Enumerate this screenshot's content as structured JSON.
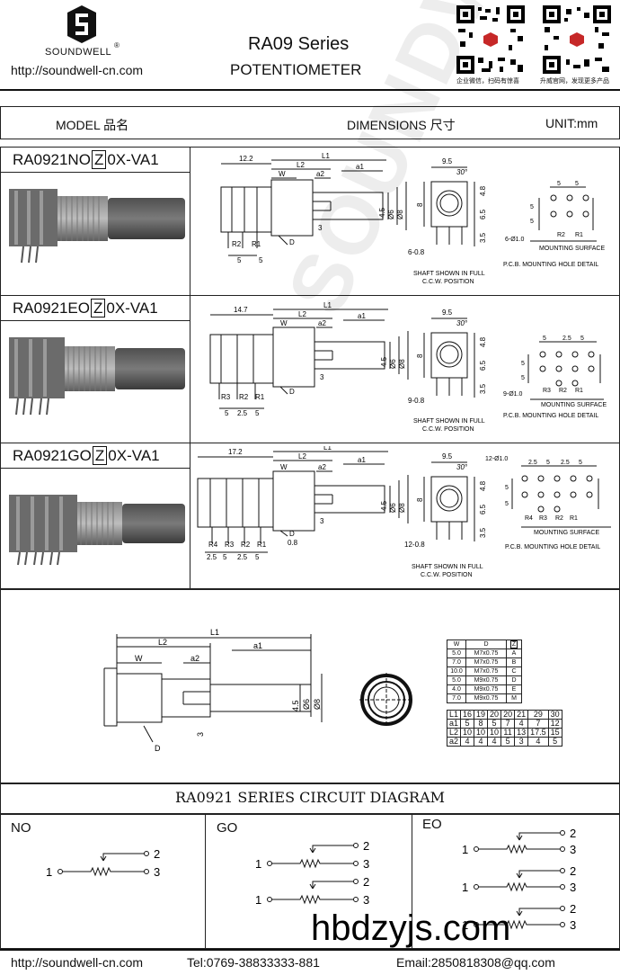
{
  "header": {
    "brand": "SOUNDWELL",
    "registered": "®",
    "url": "http://soundwell-cn.com",
    "series": "RA09 Series",
    "product": "POTENTIOMETER",
    "qr1_caption": "企业微信，扫码有惊喜",
    "qr2_caption": "升威官网，发现更多产品"
  },
  "table_header": {
    "model": "MODEL 品名",
    "dimensions": "DIMENSIONS 尺寸",
    "unit": "UNIT:mm"
  },
  "models": [
    {
      "name_prefix": "RA0921NO",
      "boxed": "Z",
      "name_suffix": "0X-VA1",
      "dims": {
        "overall": "12.2",
        "l1": "L1",
        "l2": "L2",
        "w": "W",
        "a2": "a2",
        "a1": "a1",
        "d": "D",
        "three": "3",
        "pitch_a": "5",
        "pitch_b": "5",
        "phi": [
          "4.5",
          "Ø6",
          "Ø8"
        ],
        "pins": [
          "R2",
          "R1"
        ],
        "front_w": "9.5",
        "angle": "30°",
        "h1": "4.8",
        "h2": "6.5",
        "h3": "3.5",
        "eight": "8",
        "pin_note": "6-0.8",
        "shaft_note1": "SHAFT SHOWN IN FULL",
        "shaft_note2": "C.C.W. POSITION",
        "pcb_top": [
          "5",
          "5"
        ],
        "pcb_side": [
          "5",
          "5"
        ],
        "hole": "6-Ø1.0",
        "pcb_pins": [
          "R2",
          "R1"
        ],
        "mount": "MOUNTING SURFACE",
        "pcb_detail": "P.C.B. MOUNTING HOLE DETAIL"
      }
    },
    {
      "name_prefix": "RA0921EO",
      "boxed": "Z",
      "name_suffix": "0X-VA1",
      "dims": {
        "overall": "14.7",
        "l1": "L1",
        "l2": "L2",
        "w": "W",
        "a2": "a2",
        "a1": "a1",
        "d": "D",
        "three": "3",
        "pitch": [
          "5",
          "2.5",
          "5"
        ],
        "phi": [
          "4.5",
          "Ø6",
          "Ø8"
        ],
        "pins": [
          "R3",
          "R2",
          "R1"
        ],
        "front_w": "9.5",
        "angle": "30°",
        "h1": "4.8",
        "h2": "6.5",
        "h3": "3.5",
        "eight": "8",
        "pin_note": "9-0.8",
        "shaft_note1": "SHAFT SHOWN IN FULL",
        "shaft_note2": "C.C.W. POSITION",
        "pcb_top": [
          "5",
          "2.5",
          "5"
        ],
        "pcb_side": [
          "5",
          "5"
        ],
        "hole": "9-Ø1.0",
        "pcb_pins": [
          "R3",
          "R2",
          "R1"
        ],
        "mount": "MOUNTING SURFACE",
        "pcb_detail": "P.C.B. MOUNTING HOLE DETAIL"
      }
    },
    {
      "name_prefix": "RA0921GO",
      "boxed": "Z",
      "name_suffix": "0X-VA1",
      "dims": {
        "overall": "17.2",
        "l1": "L1",
        "l2": "L2",
        "w": "W",
        "a2": "a2",
        "a1": "a1",
        "d": "D",
        "three": "3",
        "pitch": [
          "2.5",
          "5",
          "2.5",
          "5"
        ],
        "offset": "0.8",
        "phi": [
          "4.5",
          "Ø6",
          "Ø8"
        ],
        "pins": [
          "R4",
          "R3",
          "R2",
          "R1"
        ],
        "front_w": "9.5",
        "angle": "30°",
        "h1": "4.8",
        "h2": "6.5",
        "h3": "3.5",
        "eight": "8",
        "pin_note": "12-0.8",
        "shaft_note1": "SHAFT SHOWN IN FULL",
        "shaft_note2": "C.C.W. POSITION",
        "pcb_top": [
          "2.5",
          "5",
          "2.5",
          "5"
        ],
        "pcb_side": [
          "5",
          "5"
        ],
        "hole": "12-Ø1.0",
        "pcb_pins": [
          "R4",
          "R3",
          "R2",
          "R1"
        ],
        "mount": "MOUNTING SURFACE",
        "pcb_detail": "P.C.B. MOUNTING HOLE DETAIL"
      }
    }
  ],
  "shaft": {
    "l1": "L1",
    "l2": "L2",
    "w": "W",
    "a2": "a2",
    "a1": "a1",
    "d": "D",
    "three": "3",
    "phi": [
      "4.5",
      "Ø6",
      "Ø8"
    ]
  },
  "thread_table": {
    "headers": [
      "W",
      "D",
      "Z"
    ],
    "rows": [
      [
        "5.0",
        "M7x0.75",
        "A"
      ],
      [
        "7.0",
        "M7x0.75",
        "B"
      ],
      [
        "10.0",
        "M7x0.75",
        "C"
      ],
      [
        "5.0",
        "M9x0.75",
        "D"
      ],
      [
        "4.0",
        "M9x0.75",
        "E"
      ],
      [
        "7.0",
        "M9x0.75",
        "M"
      ]
    ]
  },
  "length_table": {
    "rows": [
      [
        "L1",
        "16",
        "19",
        "20",
        "20",
        "21",
        "29",
        "30"
      ],
      [
        "a1",
        "5",
        "8",
        "5",
        "7",
        "4",
        "7",
        "12"
      ],
      [
        "L2",
        "10",
        "10",
        "10",
        "11",
        "13",
        "17.5",
        "15"
      ],
      [
        "a2",
        "4",
        "4",
        "4",
        "5",
        "3",
        "4",
        "5"
      ]
    ]
  },
  "circuit": {
    "title": "RA0921 SERIES CIRCUIT DIAGRAM",
    "no": {
      "label": "NO",
      "p1": "1",
      "p2": "2",
      "p3": "3"
    },
    "go": {
      "label": "GO",
      "p1": "1",
      "p2": "2",
      "p3": "3"
    },
    "eo": {
      "label": "EO",
      "p1": "1",
      "p2": "2",
      "p3": "3"
    }
  },
  "watermark": "SOUNDWELL",
  "overlay_site": "hbdzyjs.com",
  "footer": {
    "url": "http://soundwell-cn.com",
    "tel": "Tel:0769-38833333-881",
    "email": "Email:2850818308@qq.com"
  }
}
